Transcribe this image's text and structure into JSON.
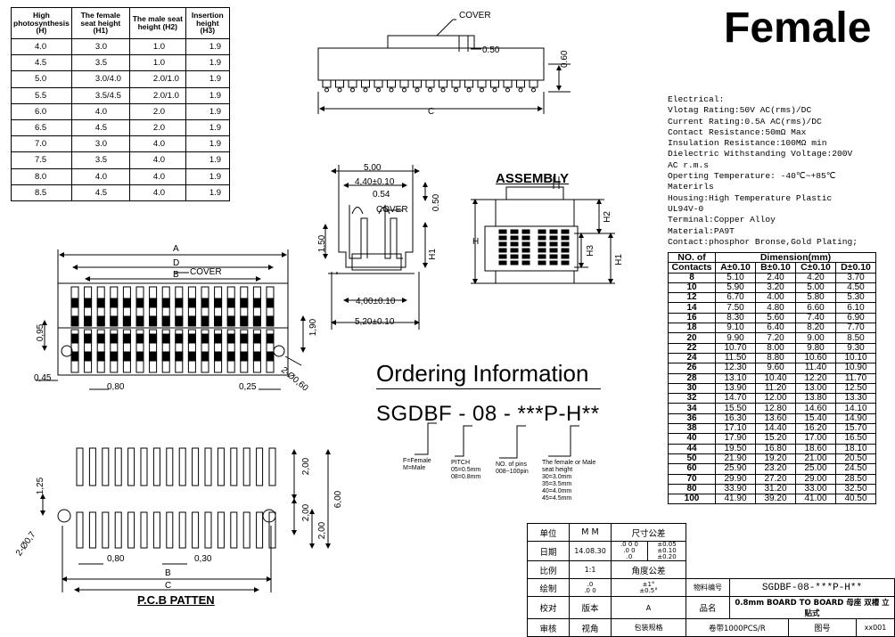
{
  "big_title": "Female",
  "height_table": {
    "headers": [
      "High photosynthesis (H)",
      "The female seat height (H1)",
      "The male seat height (H2)",
      "Insertion height (H3)"
    ],
    "rows": [
      [
        "4.0",
        "3.0",
        "1.0",
        "1.9"
      ],
      [
        "4.5",
        "3.5",
        "1.0",
        "1.9"
      ],
      [
        "5.0",
        "3.0/4.0",
        "2.0/1.0",
        "1.9"
      ],
      [
        "5.5",
        "3.5/4.5",
        "2.0/1.0",
        "1.9"
      ],
      [
        "6.0",
        "4.0",
        "2.0",
        "1.9"
      ],
      [
        "6.5",
        "4.5",
        "2.0",
        "1.9"
      ],
      [
        "7.0",
        "3.0",
        "4.0",
        "1.9"
      ],
      [
        "7.5",
        "3.5",
        "4.0",
        "1.9"
      ],
      [
        "8.0",
        "4.0",
        "4.0",
        "1.9"
      ],
      [
        "8.5",
        "4.5",
        "4.0",
        "1.9"
      ]
    ]
  },
  "specs": [
    "Electrical:",
    "Vlotag Rating:50V AC(rms)/DC",
    "Current Rating:0.5A AC(rms)/DC",
    "Contact Resistance:50mΩ Max",
    "Insulation Resistance:100MΩ min",
    "Dielectric Withstanding Voltage:200V",
    "AC r.m.s",
    "Operting Temperature: -40℃~+85℃",
    "Materirls",
    "Housing:High Temperature Plastic",
    "UL94V-0",
    "Terminal:Copper Alloy",
    "Material:PA9T",
    "Contact:phosphor Bronse,Gold Plating;"
  ],
  "dimension_table": {
    "no_of_label": "NO. of",
    "contacts_label": "Contacts",
    "dimension_label": "Dimension(mm)",
    "col_headers": [
      "A±0.10",
      "B±0.10",
      "C±0.10",
      "D±0.10"
    ],
    "rows": [
      [
        "8",
        "5.10",
        "2.40",
        "4.20",
        "3.70"
      ],
      [
        "10",
        "5.90",
        "3.20",
        "5.00",
        "4.50"
      ],
      [
        "12",
        "6.70",
        "4.00",
        "5.80",
        "5.30"
      ],
      [
        "14",
        "7.50",
        "4.80",
        "6.60",
        "6.10"
      ],
      [
        "16",
        "8.30",
        "5.60",
        "7.40",
        "6.90"
      ],
      [
        "18",
        "9.10",
        "6.40",
        "8.20",
        "7.70"
      ],
      [
        "20",
        "9.90",
        "7.20",
        "9.00",
        "8.50"
      ],
      [
        "22",
        "10.70",
        "8.00",
        "9.80",
        "9.30"
      ],
      [
        "24",
        "11.50",
        "8.80",
        "10.60",
        "10.10"
      ],
      [
        "26",
        "12.30",
        "9.60",
        "11.40",
        "10.90"
      ],
      [
        "28",
        "13.10",
        "10.40",
        "12.20",
        "11.70"
      ],
      [
        "30",
        "13.90",
        "11.20",
        "13.00",
        "12.50"
      ],
      [
        "32",
        "14.70",
        "12.00",
        "13.80",
        "13.30"
      ],
      [
        "34",
        "15.50",
        "12.80",
        "14.60",
        "14.10"
      ],
      [
        "36",
        "16.30",
        "13.60",
        "15.40",
        "14.90"
      ],
      [
        "38",
        "17.10",
        "14.40",
        "16.20",
        "15.70"
      ],
      [
        "40",
        "17.90",
        "15.20",
        "17.00",
        "16.50"
      ],
      [
        "44",
        "19.50",
        "16.80",
        "18.60",
        "18.10"
      ],
      [
        "50",
        "21.90",
        "19.20",
        "21.00",
        "20.50"
      ],
      [
        "60",
        "25.90",
        "23.20",
        "25.00",
        "24.50"
      ],
      [
        "70",
        "29.90",
        "27.20",
        "29.00",
        "28.50"
      ],
      [
        "80",
        "33.90",
        "31.20",
        "33.00",
        "32.50"
      ],
      [
        "100",
        "41.90",
        "39.20",
        "41.00",
        "40.50"
      ]
    ]
  },
  "ordering": {
    "title": "Ordering Information",
    "code": "SGDBF - 08 - ***P-H**",
    "legend_gender": "F=Female\nM=Male",
    "legend_pitch": "PITCH\n05=0.5mm\n08=0.8mm",
    "legend_pins": "NO. of pins\n008~100pin",
    "legend_height": "The female or Male\nseat height\n30=3.0mm\n35=3.5mm\n40=4.0mm\n45=4.5mm"
  },
  "labels": {
    "assembly": "ASSEMBLY",
    "pcb": "P.C.B PATTEN",
    "cover": "COVER"
  },
  "dims_top": {
    "d050": "0.50",
    "d060": "0.60",
    "c": "C"
  },
  "dims_side": {
    "d500": "5,00",
    "d440": "4,40±0.10",
    "d054": "0.54",
    "d050": "0.50",
    "d150": "1,50",
    "h1": "H1",
    "d400": "4,00±0.10",
    "d520": "5,20±0.10"
  },
  "dims_assembly": {
    "h": "H",
    "h2": "H2",
    "h3": "H3",
    "h1": "H1"
  },
  "dims_plan": {
    "a": "A",
    "d": "D",
    "b": "B",
    "d095": "0,95",
    "d190": "1,90",
    "d045": "0,45",
    "d080": "0,80",
    "d025": "0,25",
    "hole": "2-Ø0,60"
  },
  "dims_pcb": {
    "d125": "1,25",
    "d200a": "2,00",
    "d200b": "2,00",
    "d600": "6,00",
    "d200c": "2,00",
    "hole": "2-Ø0,7",
    "d080": "0,80",
    "d030": "0,30",
    "b": "B",
    "c": "C"
  },
  "title_block": {
    "r1": [
      "单位",
      "M M",
      "尺寸公差"
    ],
    "r2": [
      "日期",
      "14.08.30",
      ".0 0 0\n.0 0\n.0",
      "±0.05\n±0.10\n±0.20"
    ],
    "r3": [
      "比例",
      "1:1",
      "角度公差"
    ],
    "r4": [
      "绘制",
      ".0\n.0 0",
      "±1°\n±0.5°",
      "物料编号",
      "SGDBF-08-***P-H**"
    ],
    "r5": [
      "校对",
      "版本",
      "A",
      "品名",
      "0.8mm BOARD TO BOARD 母座 双槽 立贴式"
    ],
    "r6": [
      "审核",
      "视角",
      "包装规格",
      "卷带1000PCS/R",
      "图号",
      "xx001"
    ]
  }
}
